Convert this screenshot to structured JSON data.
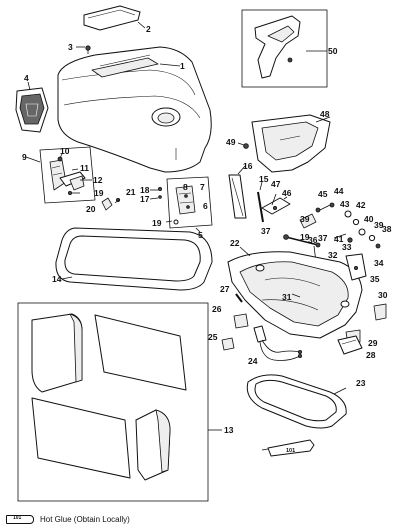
{
  "callouts": [
    "1",
    "2",
    "3",
    "4",
    "5",
    "6",
    "7",
    "8",
    "9",
    "10",
    "11",
    "12",
    "13",
    "14",
    "15",
    "16",
    "17",
    "18",
    "19",
    "19",
    "19",
    "20",
    "21",
    "22",
    "23",
    "24",
    "25",
    "26",
    "27",
    "28",
    "29",
    "30",
    "31",
    "32",
    "33",
    "34",
    "35",
    "36",
    "37",
    "37",
    "38",
    "39",
    "39",
    "40",
    "41",
    "42",
    "43",
    "44",
    "45",
    "46",
    "47",
    "48",
    "49",
    "50"
  ],
  "tube_label": "101",
  "footer": {
    "tube_label": "101",
    "note": "Hot Glue (Obtain Locally)"
  }
}
